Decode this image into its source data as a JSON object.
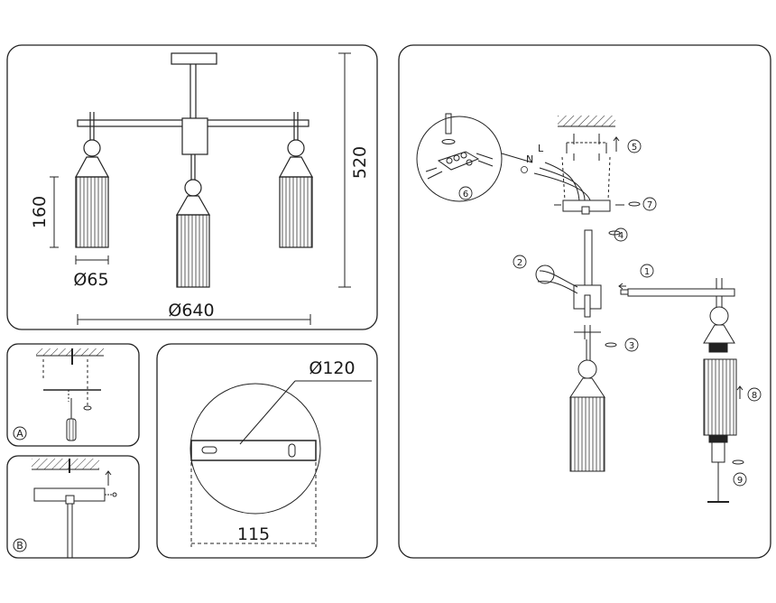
{
  "panels": {
    "overview": {
      "dim_height_total": "520",
      "dim_shade_height": "160",
      "dim_shade_diameter": "Ø65",
      "dim_span_diameter": "Ø640"
    },
    "step_a": {
      "label": "A"
    },
    "step_b": {
      "label": "B"
    },
    "canopy": {
      "dim_canopy_diameter": "Ø120",
      "dim_bracket_width": "115"
    },
    "assembly": {
      "steps": [
        "1",
        "2",
        "3",
        "4",
        "5",
        "6",
        "7",
        "8",
        "9"
      ],
      "wire_labels": {
        "neutral": "N",
        "live": "L"
      }
    }
  }
}
